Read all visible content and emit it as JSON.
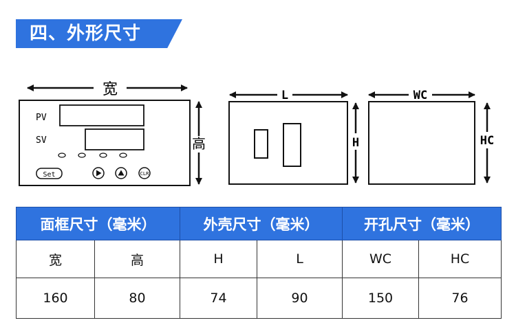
{
  "section_title": "四、外形尺寸",
  "diagram": {
    "front": {
      "width_label": "宽",
      "height_label": "高",
      "pv_label": "PV",
      "sv_label": "SV",
      "set_button": "Set",
      "clr_button": "CLR"
    },
    "side": {
      "length_label": "L",
      "height_label": "H"
    },
    "cutout": {
      "width_label": "WC",
      "height_label": "HC"
    }
  },
  "table": {
    "groups": [
      "面框尺寸（毫米）",
      "外壳尺寸（毫米）",
      "开孔尺寸（毫米）"
    ],
    "columns": [
      "宽",
      "高",
      "H",
      "L",
      "WC",
      "HC"
    ],
    "values": [
      "160",
      "80",
      "74",
      "90",
      "150",
      "76"
    ]
  },
  "colors": {
    "accent": "#2f73df",
    "text": "#111111",
    "background": "#ffffff"
  }
}
